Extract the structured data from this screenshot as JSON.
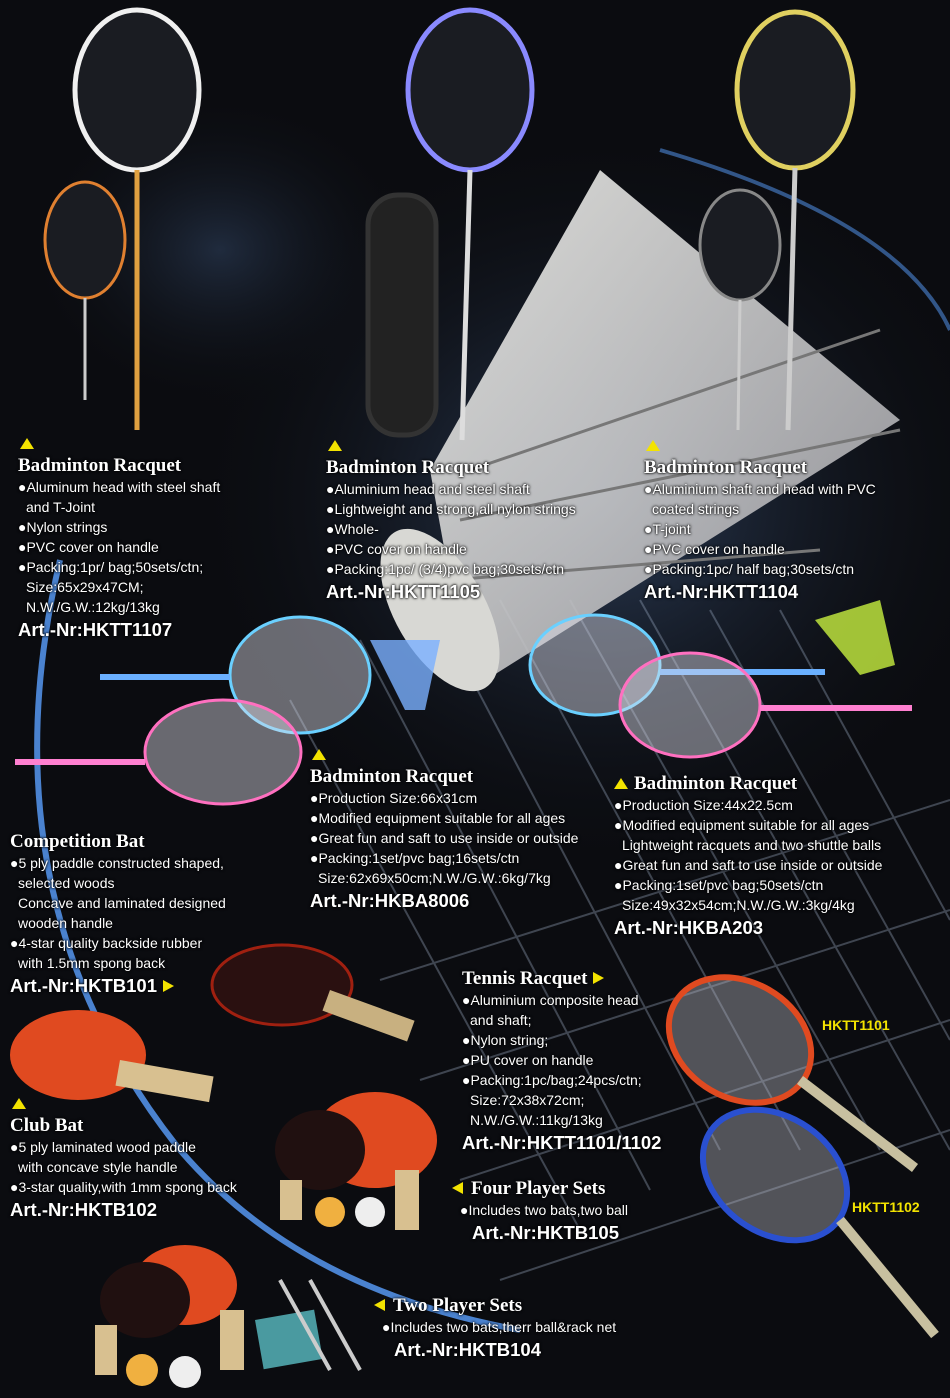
{
  "colors": {
    "accent": "#f3e300",
    "background": "#0b0c10"
  },
  "products": [
    {
      "id": "b0",
      "title": "Badminton Racquet",
      "marker": "up",
      "lines": [
        {
          "t": "●Aluminum head with steel shaft"
        },
        {
          "t": "and T-Joint",
          "i": 1
        },
        {
          "t": "●Nylon strings"
        },
        {
          "t": "●PVC cover on handle"
        },
        {
          "t": "●Packing:1pr/ bag;50sets/ctn;"
        },
        {
          "t": "Size:65x29x47CM;",
          "i": 1
        },
        {
          "t": "N.W./G.W.:12kg/13kg",
          "i": 1
        }
      ],
      "art": "Art.-Nr:HKTT1107"
    },
    {
      "id": "b1",
      "title": "Badminton Racquet",
      "marker": "up",
      "lines": [
        {
          "t": "●Aluminium head and steel shaft"
        },
        {
          "t": "●Lightweight and strong,all nylon strings"
        },
        {
          "t": "●Whole-"
        },
        {
          "t": "●PVC cover on handle"
        },
        {
          "t": "●Packing:1pc/ (3/4)pvc bag;30sets/ctn"
        }
      ],
      "art": "Art.-Nr:HKTT1105"
    },
    {
      "id": "b2",
      "title": "Badminton Racquet",
      "marker": "up",
      "lines": [
        {
          "t": "●Aluminium shaft and head with PVC"
        },
        {
          "t": "coated strings",
          "i": 1
        },
        {
          "t": "●T-joint"
        },
        {
          "t": "●PVC cover on handle"
        },
        {
          "t": "●Packing:1pc/ half bag;30sets/ctn"
        }
      ],
      "art": "Art.-Nr:HKTT1104"
    },
    {
      "id": "b3",
      "title": "Badminton Racquet",
      "marker": "up",
      "lines": [
        {
          "t": "●Production Size:66x31cm"
        },
        {
          "t": "●Modified equipment suitable for all ages"
        },
        {
          "t": "●Great fun and saft to use inside or outside"
        },
        {
          "t": "●Packing:1set/pvc bag;16sets/ctn"
        },
        {
          "t": "Size:62x69x50cm;N.W./G.W.:6kg/7kg",
          "i": 1
        }
      ],
      "art": "Art.-Nr:HKBA8006"
    },
    {
      "id": "b4",
      "title": "Badminton Racquet",
      "marker": "up-inline",
      "lines": [
        {
          "t": "●Production Size:44x22.5cm"
        },
        {
          "t": "●Modified equipment suitable for all ages"
        },
        {
          "t": "Lightweight racquets and two shuttle balls",
          "i": 1
        },
        {
          "t": "●Great fun and saft to use inside or outside"
        },
        {
          "t": "●Packing:1set/pvc bag;50sets/ctn"
        },
        {
          "t": "Size:49x32x54cm;N.W./G.W.:3kg/4kg",
          "i": 1
        }
      ],
      "art": "Art.-Nr:HKBA203"
    },
    {
      "id": "b5",
      "title": "Competition Bat",
      "marker": "art-right",
      "lines": [
        {
          "t": "●5 ply paddle constructed shaped,"
        },
        {
          "t": "selected woods",
          "i": 1
        },
        {
          "t": "Concave and laminated designed",
          "i": 1
        },
        {
          "t": "wooden handle",
          "i": 1
        },
        {
          "t": "●4-star quality backside rubber"
        },
        {
          "t": "with 1.5mm spong back",
          "i": 1
        }
      ],
      "art": "Art.-Nr:HKTB101"
    },
    {
      "id": "b6",
      "title": "Club Bat",
      "marker": "up",
      "lines": [
        {
          "t": "●5 ply laminated wood paddle"
        },
        {
          "t": "with concave style handle",
          "i": 1
        },
        {
          "t": "●3-star quality,with 1mm spong back"
        }
      ],
      "art": "Art.-Nr:HKTB102"
    },
    {
      "id": "b7",
      "title": "Tennis Racquet",
      "marker": "title-right",
      "lines": [
        {
          "t": "●Aluminium composite head"
        },
        {
          "t": "and shaft;",
          "i": 1
        },
        {
          "t": "●Nylon string;"
        },
        {
          "t": "●PU cover on handle"
        },
        {
          "t": "●Packing:1pc/bag;24pcs/ctn;"
        },
        {
          "t": "Size:72x38x72cm;",
          "i": 1
        },
        {
          "t": "N.W./G.W.:11kg/13kg",
          "i": 1
        }
      ],
      "art": "Art.-Nr:HKTT1101/1102"
    },
    {
      "id": "b8",
      "title": "Four Player Sets",
      "marker": "title-left",
      "lines": [
        {
          "t": "●Includes two bats,two ball",
          "i": 1
        }
      ],
      "art": "Art.-Nr:HKTB105"
    },
    {
      "id": "b9",
      "title": "Two Player Sets",
      "marker": "title-left",
      "lines": [
        {
          "t": "●Includes two bats,therr ball&rack net",
          "i": 1
        }
      ],
      "art": "Art.-Nr:HKTB104"
    }
  ],
  "image_labels": {
    "tennis_1": "HKTT1101",
    "tennis_2": "HKTT1102"
  }
}
